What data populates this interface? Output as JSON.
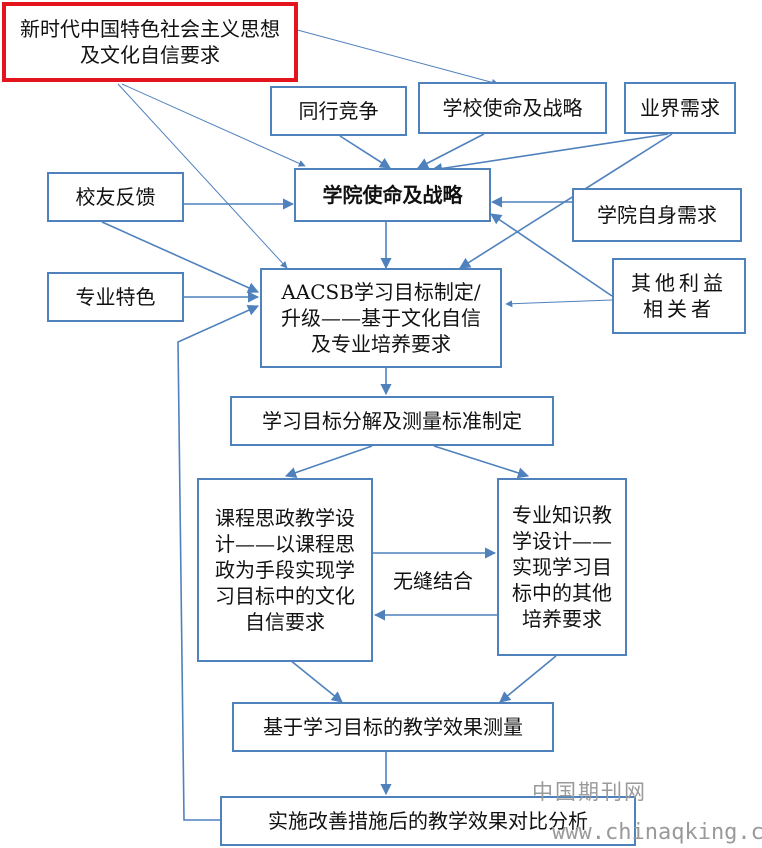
{
  "nodes": {
    "new_era_requirement": "新时代中国特色社会主义思想及文化自信要求",
    "peer_competition": "同行竞争",
    "school_mission": "学校使命及战略",
    "industry_needs": "业界需求",
    "alumni_feedback": "校友反馈",
    "college_mission": "学院使命及战略",
    "college_own_needs": "学院自身需求",
    "other_stakeholders": "其他利益相关者",
    "program_features": "专业特色",
    "aacsb_goals": "AACSB学习目标制定/升级——基于文化自信及专业培养要求",
    "goal_decomposition": "学习目标分解及测量标准制定",
    "ideological_course_design": "课程思政教学设计——以课程思政为手段实现学习目标中的文化自信要求",
    "professional_course_design": "专业知识教学设计——实现学习目标中的其他培养要求",
    "effect_measurement": "基于学习目标的教学效果测量",
    "improvement_analysis": "实施改善措施后的教学效果对比分析"
  },
  "edge_labels": {
    "seamless_integration": "无缝结合"
  },
  "colors": {
    "box_border": "#4f81bd",
    "highlight_border": "#e3141b",
    "arrow": "#4f81bd"
  },
  "watermark": {
    "cn": "中国期刊网",
    "url": "www.chinaqking.com"
  }
}
